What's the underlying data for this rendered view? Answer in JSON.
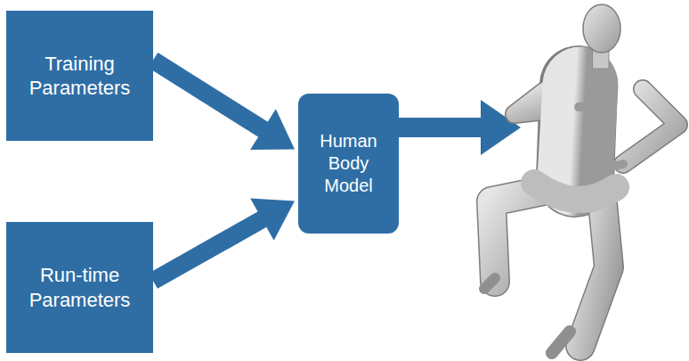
{
  "diagram": {
    "nodes": [
      {
        "text": [
          "Training Parameters"
        ]
      },
      {
        "text": [
          "Run-time Parameters"
        ]
      },
      {
        "text": [
          "Human Body Model"
        ]
      }
    ],
    "edges": [
      {
        "from": 0,
        "to": 2,
        "arrow": "to"
      },
      {
        "from": 1,
        "to": 2,
        "arrow": "to"
      }
    ]
  }
}
